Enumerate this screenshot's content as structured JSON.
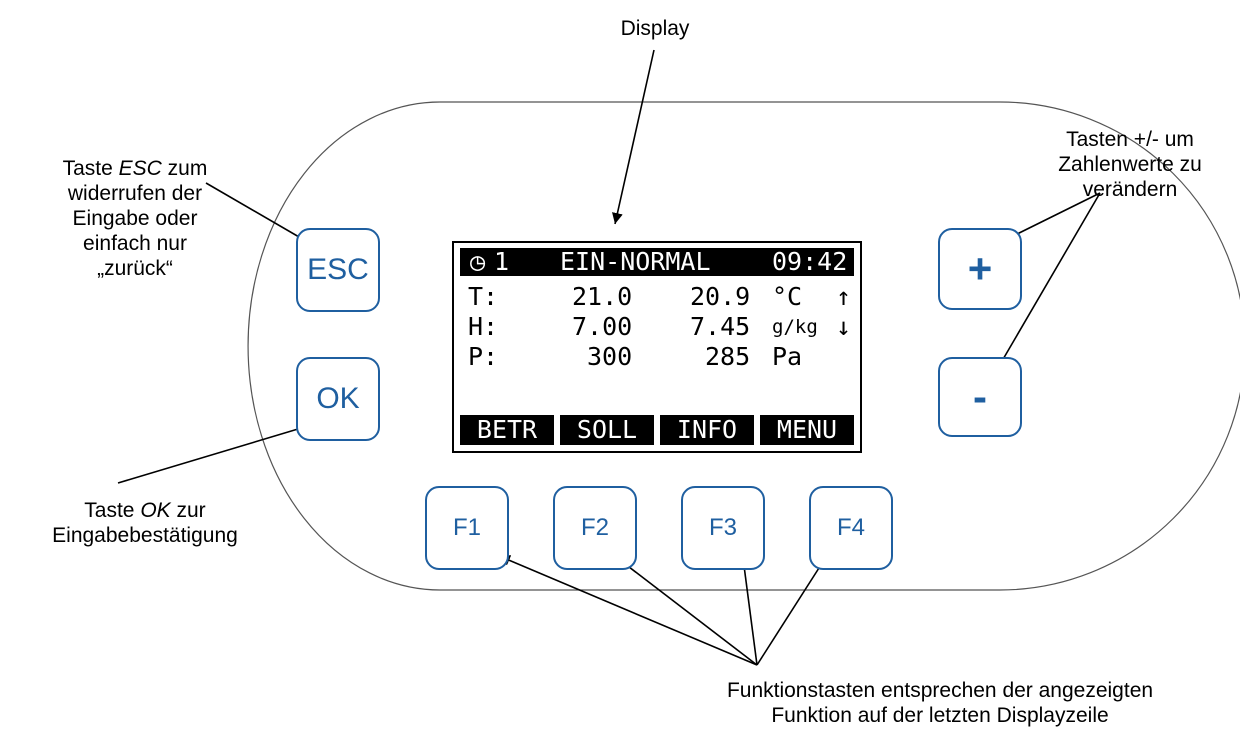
{
  "callouts": {
    "display": "Display",
    "esc": {
      "line1_pre": "Taste ",
      "line1_em": "ESC",
      "line1_post": " zum",
      "line2": "widerrufen der",
      "line3": "Eingabe oder",
      "line4": "einfach nur",
      "line5": "„zurück“"
    },
    "ok": {
      "line1_pre": "Taste ",
      "line1_em": "OK",
      "line1_post": " zur",
      "line2": "Eingabebestätigung"
    },
    "plusminus": {
      "line1": "Tasten +/- um",
      "line2": "Zahlenwerte zu",
      "line3": "verändern"
    },
    "function_keys": {
      "line1": "Funktionstasten entsprechen der angezeigten",
      "line2": "Funktion auf der letzten Displayzeile"
    }
  },
  "buttons": {
    "esc": "ESC",
    "ok": "OK",
    "plus": "+",
    "minus": "-",
    "f1": "F1",
    "f2": "F2",
    "f3": "F3",
    "f4": "F4"
  },
  "screen": {
    "header": {
      "clock_symbol": "◷",
      "program": "1",
      "mode": "EIN-NORMAL",
      "time": "09:42"
    },
    "rows": [
      {
        "label": "T:",
        "setpoint": "21.0",
        "actual": "20.9",
        "unit": "°C",
        "trend": "↑"
      },
      {
        "label": "H:",
        "setpoint": "7.00",
        "actual": "7.45",
        "unit": "g/kg",
        "trend": "↓"
      },
      {
        "label": "P:",
        "setpoint": "300",
        "actual": "285",
        "unit": "Pa",
        "trend": ""
      }
    ],
    "softkeys": [
      "BETR",
      "SOLL",
      "INFO",
      "MENU"
    ]
  },
  "colors": {
    "button_border": "#1f5fa0",
    "button_text": "#1f5fa0",
    "outline": "#555555",
    "screen_inverse": "#000000"
  }
}
